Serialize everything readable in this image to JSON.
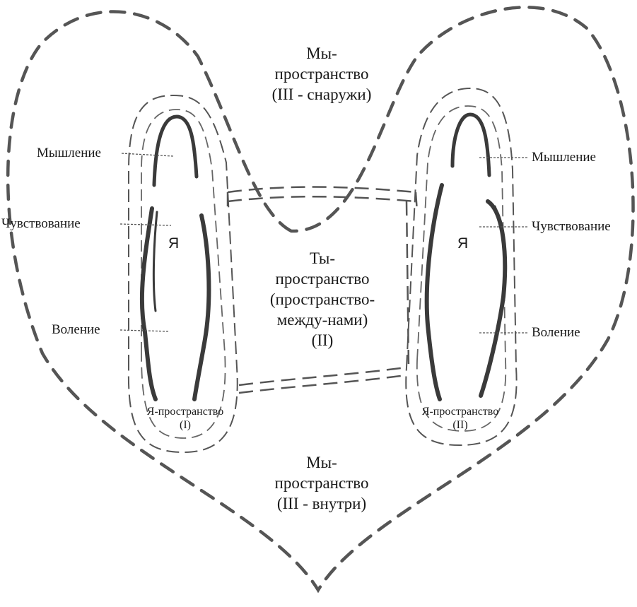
{
  "we_outside": [
    "Мы-",
    "пространство",
    "(III - снаружи)"
  ],
  "we_inside": [
    "Мы-",
    "пространство",
    "(III - внутри)"
  ],
  "you_space": [
    "Ты-",
    "пространство",
    "(пространство-",
    "между-нами)",
    "(II)"
  ],
  "left_person": {
    "self": "Я",
    "thinking": "Мышление",
    "feeling": "Чувствование",
    "willing": "Воление",
    "space_label": "Я-пространство",
    "space_num": "(I)"
  },
  "right_person": {
    "self": "Я",
    "thinking": "Мышление",
    "feeling": "Чувствование",
    "willing": "Воление",
    "space_label": "Я-пространство",
    "space_num": "(II)"
  }
}
